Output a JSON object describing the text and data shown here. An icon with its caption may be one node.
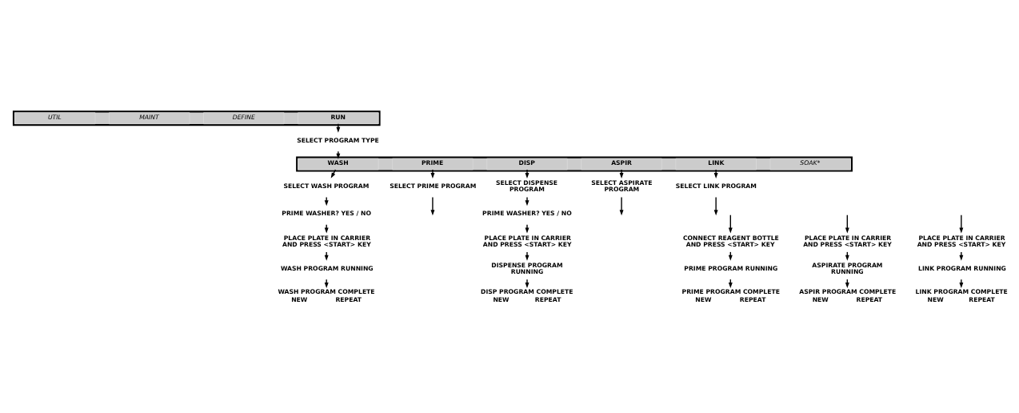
{
  "diagram": {
    "nodes": [
      {
        "text": [],
        "shape": "bar"
      },
      {
        "text": [
          "RUN"
        ],
        "in": 0
      },
      {
        "text": [
          "DEFINE"
        ],
        "in": 0
      },
      {
        "text": [
          "MAINT"
        ],
        "in": 0
      },
      {
        "text": [
          "UTIL"
        ],
        "in": 0
      },
      {
        "text": [
          "SELECT PROGRAM TYPE"
        ]
      },
      {
        "text": [],
        "shape": "bar"
      },
      {
        "text": [
          "WASH"
        ],
        "in": 6
      },
      {
        "text": [
          "PRIME"
        ],
        "in": 6
      },
      {
        "text": [
          "DISP"
        ],
        "in": 6
      },
      {
        "text": [
          "ASPIR"
        ],
        "in": 6
      },
      {
        "text": [
          "SOAK*"
        ],
        "in": 6
      },
      {
        "text": [
          "LINK"
        ],
        "in": 6
      },
      {
        "text": [
          "SELECT WASH PROGRAM"
        ]
      },
      {
        "text": [
          "PRIME WASHER? YES / NO"
        ]
      },
      {
        "text": [
          "PLACE PLATE IN CARRIER AND PRESS <START> KEY"
        ]
      },
      {
        "text": [
          "WASH PROGRAM RUNNING"
        ]
      },
      {
        "text": [
          "WASH PROGRAM COMPLETE",
          "NEW",
          "REPEAT"
        ]
      },
      {
        "text": [
          "SELECT PRIME PROGRAM"
        ]
      },
      {
        "text": [
          "CONNECT REAGENT BOTTLE AND PRESS <START> KEY"
        ]
      },
      {
        "text": [
          "PRIME PROGRAM RUNNING"
        ]
      },
      {
        "text": [
          "PRIME PROGRAM COMPLETE",
          "NEW",
          "REPEAT"
        ]
      },
      {
        "text": [
          "SELECT DISPENSE PROGRAM"
        ]
      },
      {
        "text": [
          "PRIME WASHER? YES / NO"
        ]
      },
      {
        "text": [
          "PLACE PLATE IN CARRIER AND PRESS <START> KEY"
        ]
      },
      {
        "text": [
          "DISPENSE PROGRAM RUNNING"
        ]
      },
      {
        "text": [
          "DISP PROGRAM COMPLETE",
          "NEW",
          "REPEAT"
        ]
      },
      {
        "text": [
          "SELECT ASPIRATE PROGRAM"
        ]
      },
      {
        "text": [
          "PLACE PLATE IN CARRIER AND PRESS <START> KEY"
        ]
      },
      {
        "text": [
          "ASPIRATE PROGRAM RUNNING"
        ]
      },
      {
        "text": [
          "ASPIR PROGRAM COMPLETE",
          "NEW",
          "REPEAT"
        ]
      },
      {
        "text": [
          "SELECT LINK PROGRAM"
        ]
      },
      {
        "text": [
          "PLACE PLATE IN CARRIER AND PRESS <START> KEY"
        ]
      },
      {
        "text": [
          "LINK PROGRAM RUNNING"
        ]
      },
      {
        "text": [
          "LINK PROGRAM COMPLETE",
          "NEW",
          "REPEAT"
        ]
      }
    ],
    "edges": [
      {
        "from": 1,
        "to": 5,
        "arrow": "to"
      },
      {
        "from": 5,
        "to": 6,
        "arrow": "to"
      },
      {
        "from": 7,
        "to": 13,
        "arrow": "to"
      },
      {
        "from": 13,
        "to": 14,
        "arrow": "to"
      },
      {
        "from": 14,
        "to": 15,
        "arrow": "to"
      },
      {
        "from": 15,
        "to": 16,
        "arrow": "to"
      },
      {
        "from": 16,
        "to": 17,
        "arrow": "to"
      },
      {
        "from": 8,
        "to": 18,
        "arrow": "to"
      },
      {
        "from": 18,
        "to": null,
        "arrow": "to"
      },
      {
        "from": null,
        "to": 19,
        "arrow": "to"
      },
      {
        "from": 19,
        "to": 20,
        "arrow": "to"
      },
      {
        "from": 20,
        "to": 21,
        "arrow": "to"
      },
      {
        "from": 9,
        "to": 22,
        "arrow": "to"
      },
      {
        "from": 22,
        "to": 23,
        "arrow": "to"
      },
      {
        "from": 23,
        "to": 24,
        "arrow": "to"
      },
      {
        "from": 24,
        "to": 25,
        "arrow": "to"
      },
      {
        "from": 25,
        "to": 26,
        "arrow": "to"
      },
      {
        "from": 10,
        "to": 27,
        "arrow": "to"
      },
      {
        "from": 27,
        "to": null,
        "arrow": "to"
      },
      {
        "from": null,
        "to": 28,
        "arrow": "to"
      },
      {
        "from": 28,
        "to": 29,
        "arrow": "to"
      },
      {
        "from": 29,
        "to": 30,
        "arrow": "to"
      },
      {
        "from": 12,
        "to": 31,
        "arrow": "to"
      },
      {
        "from": 31,
        "to": null,
        "arrow": "to"
      },
      {
        "from": null,
        "to": 32,
        "arrow": "to"
      },
      {
        "from": 32,
        "to": 33,
        "arrow": "to"
      },
      {
        "from": 33,
        "to": 34,
        "arrow": "to"
      }
    ]
  }
}
